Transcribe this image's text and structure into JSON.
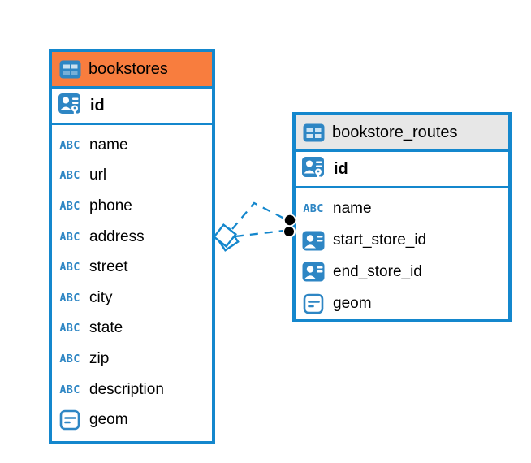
{
  "icons": {
    "text_glyph": "ABC"
  },
  "colors": {
    "table_border_blue": "#1487cd",
    "icon_blue": "#2e86c4",
    "bookstores_header": "#f87d3e",
    "bookstore_routes_header": "#e7e7e7",
    "relationship_line": "#1487cd",
    "endpoint_dot": "#000000"
  },
  "diagram": {
    "tables": [
      {
        "name": "bookstores",
        "primary_key": {
          "name": "id"
        },
        "columns": [
          {
            "name": "name"
          },
          {
            "name": "url"
          },
          {
            "name": "phone"
          },
          {
            "name": "address"
          },
          {
            "name": "street"
          },
          {
            "name": "city"
          },
          {
            "name": "state"
          },
          {
            "name": "zip"
          },
          {
            "name": "description"
          },
          {
            "name": "geom"
          }
        ]
      },
      {
        "name": "bookstore_routes",
        "primary_key": {
          "name": "id"
        },
        "columns": [
          {
            "name": "name"
          },
          {
            "name": "start_store_id"
          },
          {
            "name": "end_store_id"
          },
          {
            "name": "geom"
          }
        ]
      }
    ],
    "relationship": {
      "style": "dashed",
      "connector_count": 2,
      "source_table": "bookstores",
      "target_table": "bookstore_routes"
    }
  }
}
